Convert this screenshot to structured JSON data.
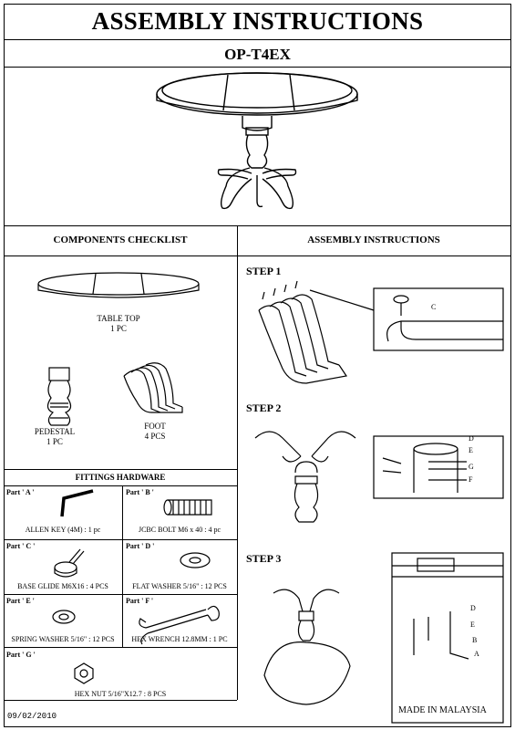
{
  "header": {
    "title": "ASSEMBLY INSTRUCTIONS",
    "model": "OP-T4EX"
  },
  "checklist": {
    "heading": "COMPONENTS CHECKLIST",
    "items": [
      {
        "name": "TABLE TOP",
        "qty": "1 PC"
      },
      {
        "name": "PEDESTAL",
        "qty": "1 PC"
      },
      {
        "name": "FOOT",
        "qty": "4 PCS"
      }
    ]
  },
  "hardware": {
    "heading": "FITTINGS HARDWARE",
    "parts": [
      {
        "part": "Part ' A '",
        "desc": "ALLEN KEY  (4M) : 1 pc"
      },
      {
        "part": "Part ' B '",
        "desc": "JCBC BOLT M6 x 40 : 4 pc"
      },
      {
        "part": "Part ' C '",
        "desc": "BASE GLIDE M6X16 : 4 PCS"
      },
      {
        "part": "Part ' D '",
        "desc": "FLAT WASHER 5/16\" : 12 PCS"
      },
      {
        "part": "Part ' E '",
        "desc": "SPRING WASHER 5/16\" : 12 PCS"
      },
      {
        "part": "Part ' F '",
        "desc": "HEX WRENCH 12.8MM : 1 PC"
      },
      {
        "part": "Part ' G '",
        "desc": "HEX NUT 5/16\"X12.7 : 8 PCS"
      }
    ]
  },
  "instructions": {
    "heading": "ASSEMBLY INSTRUCTIONS",
    "steps": [
      "STEP 1",
      "STEP 2",
      "STEP 3"
    ],
    "callouts": {
      "step1": [
        "C"
      ],
      "step2": [
        "D",
        "E",
        "G",
        "F"
      ],
      "step3": [
        "D",
        "E",
        "B",
        "A"
      ]
    }
  },
  "footer": {
    "date": "09/02/2010",
    "origin": "MADE IN MALAYSIA"
  }
}
